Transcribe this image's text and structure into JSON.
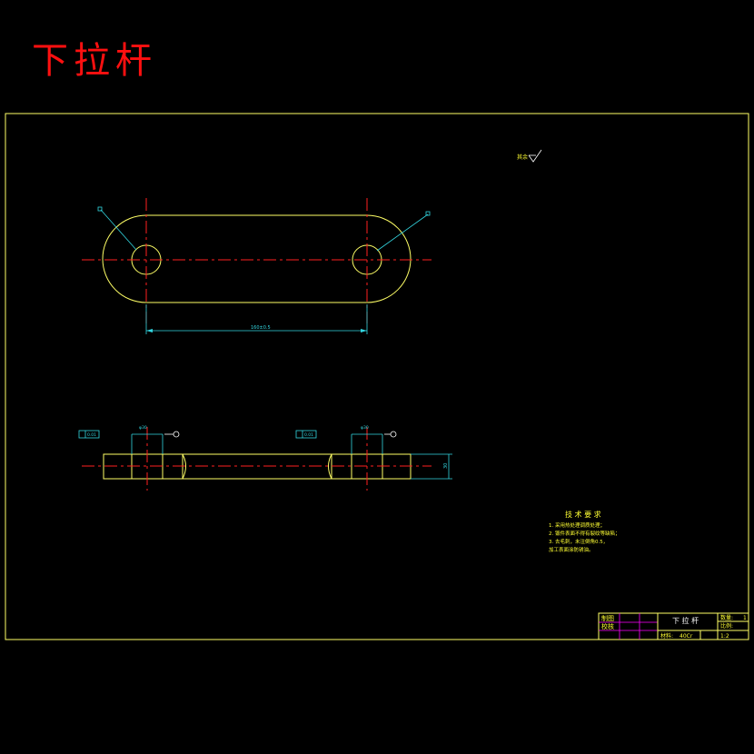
{
  "drawing": {
    "title": "下拉杆",
    "roughness_note": "其余",
    "dimensions": {
      "hole_spacing": "160±0.5",
      "thickness": "30",
      "hole_dia_left": "φ30",
      "hole_dia_right": "φ30",
      "flatness_left": "0.01",
      "flatness_right": "0.01"
    },
    "tech_requirements": {
      "heading": "技 术 要 求",
      "items": [
        "1. 采用热处理调质处理；",
        "2. 锻件表面不得有裂纹等缺陷；",
        "3. 去毛刺，未注倒角0.5，",
        "加工表面涂防锈油。"
      ]
    },
    "title_block": {
      "drawn_label": "制图",
      "checked_label": "校核",
      "part_name": "下 拉 杆",
      "quantity_label": "数量:",
      "quantity": "1",
      "scale_label": "比例:",
      "scale": "1:2",
      "material_label": "材料:",
      "material": "40Cr"
    },
    "colors": {
      "background": "#000000",
      "outline": "#ffff66",
      "centerline": "#ff2020",
      "dimension": "#33d6e0",
      "title": "#ff1010",
      "table_grid": "#ff00ff"
    }
  }
}
